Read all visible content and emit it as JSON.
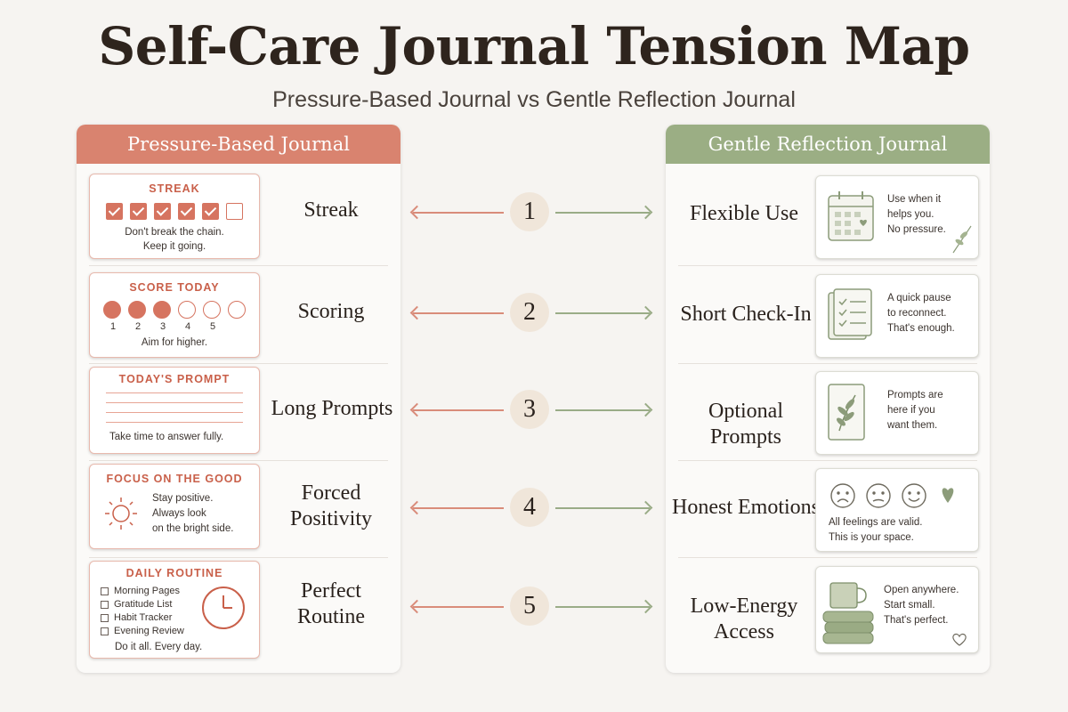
{
  "title": "Self-Care Journal Tension Map",
  "subtitle": "Pressure-Based Journal vs Gentle Reflection Journal",
  "left_panel": {
    "header": "Pressure-Based Journal",
    "rows": [
      {
        "label": "Streak",
        "card_title": "STREAK",
        "card_text": [
          "Don't break the chain.",
          "Keep it going."
        ]
      },
      {
        "label": "Scoring",
        "card_title": "SCORE TODAY",
        "card_text": [
          "Aim for higher."
        ],
        "numbers": [
          "1",
          "2",
          "3",
          "4",
          "5"
        ]
      },
      {
        "label": "Long Prompts",
        "card_title": "TODAY'S PROMPT",
        "card_text": [
          "Take time to answer fully."
        ]
      },
      {
        "label": [
          "Forced",
          "Positivity"
        ],
        "card_title": "FOCUS ON THE GOOD",
        "card_text": [
          "Stay positive.",
          "Always look",
          "on the bright side."
        ]
      },
      {
        "label": [
          "Perfect",
          "Routine"
        ],
        "card_title": "DAILY ROUTINE",
        "card_text": [
          "Do it all. Every day."
        ],
        "items": [
          "Morning Pages",
          "Gratitude List",
          "Habit Tracker",
          "Evening Review"
        ]
      }
    ]
  },
  "right_panel": {
    "header": "Gentle Reflection Journal",
    "rows": [
      {
        "label": "Flexible Use",
        "card_text": [
          "Use when it",
          "helps you.",
          "No pressure."
        ]
      },
      {
        "label": "Short Check-In",
        "card_text": [
          "A quick pause",
          "to reconnect.",
          "That's enough."
        ]
      },
      {
        "label": "Optional Prompts",
        "card_text": [
          "Prompts are",
          "here if you",
          "want them."
        ]
      },
      {
        "label": "Honest Emotions",
        "card_text": [
          "All feelings are valid.",
          "This is your space."
        ]
      },
      {
        "label": "Low-Energy Access",
        "card_text": [
          "Open anywhere.",
          "Start small.",
          "That's perfect."
        ]
      }
    ]
  },
  "connectors": [
    "1",
    "2",
    "3",
    "4",
    "5"
  ],
  "colors": {
    "pressure": "#d9836f",
    "gentle": "#9bae84",
    "number_bg": "#f0e6da"
  },
  "icons": [
    "calendar-icon",
    "checklist-icon",
    "leaf-icon",
    "emotion-faces-icon",
    "mug-blanket-icon",
    "sun-icon",
    "clock-icon"
  ]
}
